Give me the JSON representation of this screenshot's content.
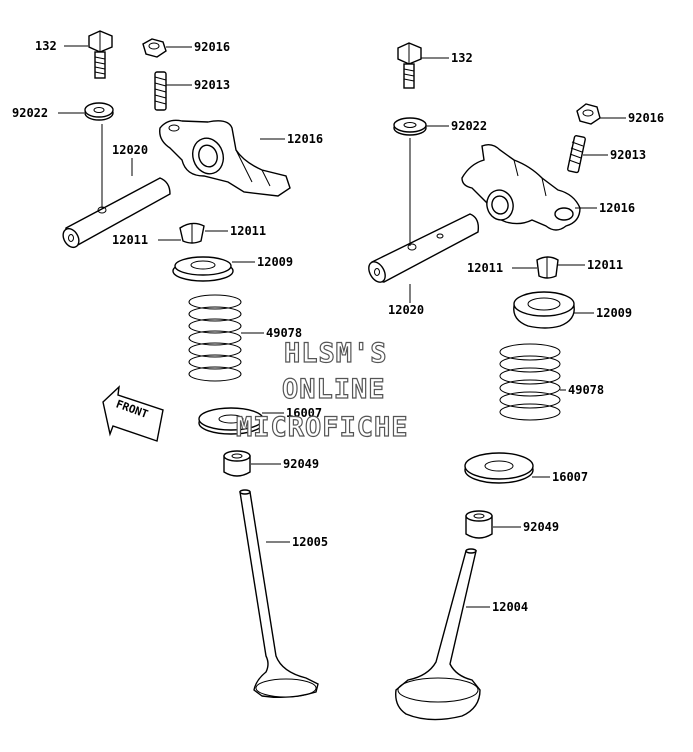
{
  "callouts": {
    "l_bolt": "132",
    "l_nut": "92016",
    "l_stud": "92013",
    "l_washer": "92022",
    "l_shaft": "12020",
    "l_arm": "12016",
    "l_keeper_a": "12011",
    "l_keeper_b": "12011",
    "l_retainer": "12009",
    "l_spring": "49078",
    "l_seat": "16007",
    "l_seal": "92049",
    "l_valve": "12005",
    "r_bolt": "132",
    "r_washer": "92022",
    "r_nut": "92016",
    "r_stud": "92013",
    "r_arm": "12016",
    "r_shaft": "12020",
    "r_keeper_a": "12011",
    "r_keeper_b": "12011",
    "r_retainer": "12009",
    "r_spring": "49078",
    "r_seat": "16007",
    "r_seal": "92049",
    "r_valve": "12004"
  },
  "front_marker": "FRONT",
  "watermark": {
    "line1": "HLSM'S",
    "line2": "ONLINE",
    "line3": "MICROFICHE"
  }
}
